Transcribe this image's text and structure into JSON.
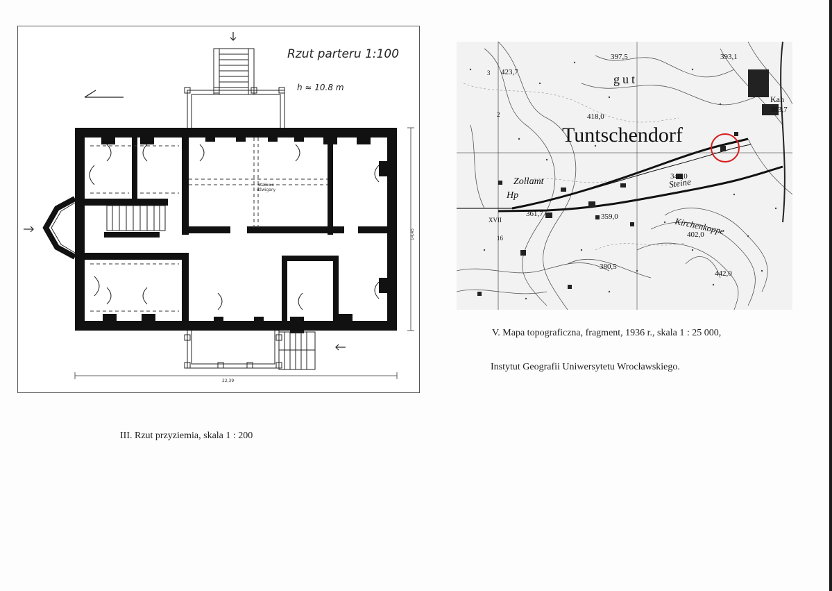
{
  "plan": {
    "title": "Rzut parteru 1:100",
    "height_note": "h ≈ 10.8 m",
    "beam_label_1": "stalowe",
    "beam_label_2": "dźwigary",
    "width_dim": "22,39",
    "depth_dim": "14,45"
  },
  "map": {
    "town_name": "Tuntschendorf",
    "labels": {
      "gut": "gut",
      "zollamt": "Zollamt",
      "kirchenkoppe": "Kirchenkoppe",
      "steine": "Steine",
      "hp": "Hp",
      "kah": "Kah"
    },
    "elevations": {
      "e1": "397,5",
      "e2": "393,1",
      "e3": "418,0",
      "e4": "348,0",
      "e5": "361,7",
      "e6": "359,0",
      "e7": "402,0",
      "e8": "380,5",
      "e9": "442,0",
      "e10": "383,7",
      "e11": "423,7"
    },
    "grid_labels": {
      "g1": "XVII",
      "g2": "2",
      "g3": "16",
      "g4": "3"
    }
  },
  "captions": {
    "plan": "III. Rzut przyziemia, skala 1 : 200",
    "map_line1": "V. Mapa topograficzna, fragment, 1936 r., skala 1 : 25 000,",
    "map_line2": "Instytut Geografii Uniwersytetu Wrocławskiego."
  },
  "colors": {
    "marker": "#d81c1c",
    "wall": "#111111"
  }
}
